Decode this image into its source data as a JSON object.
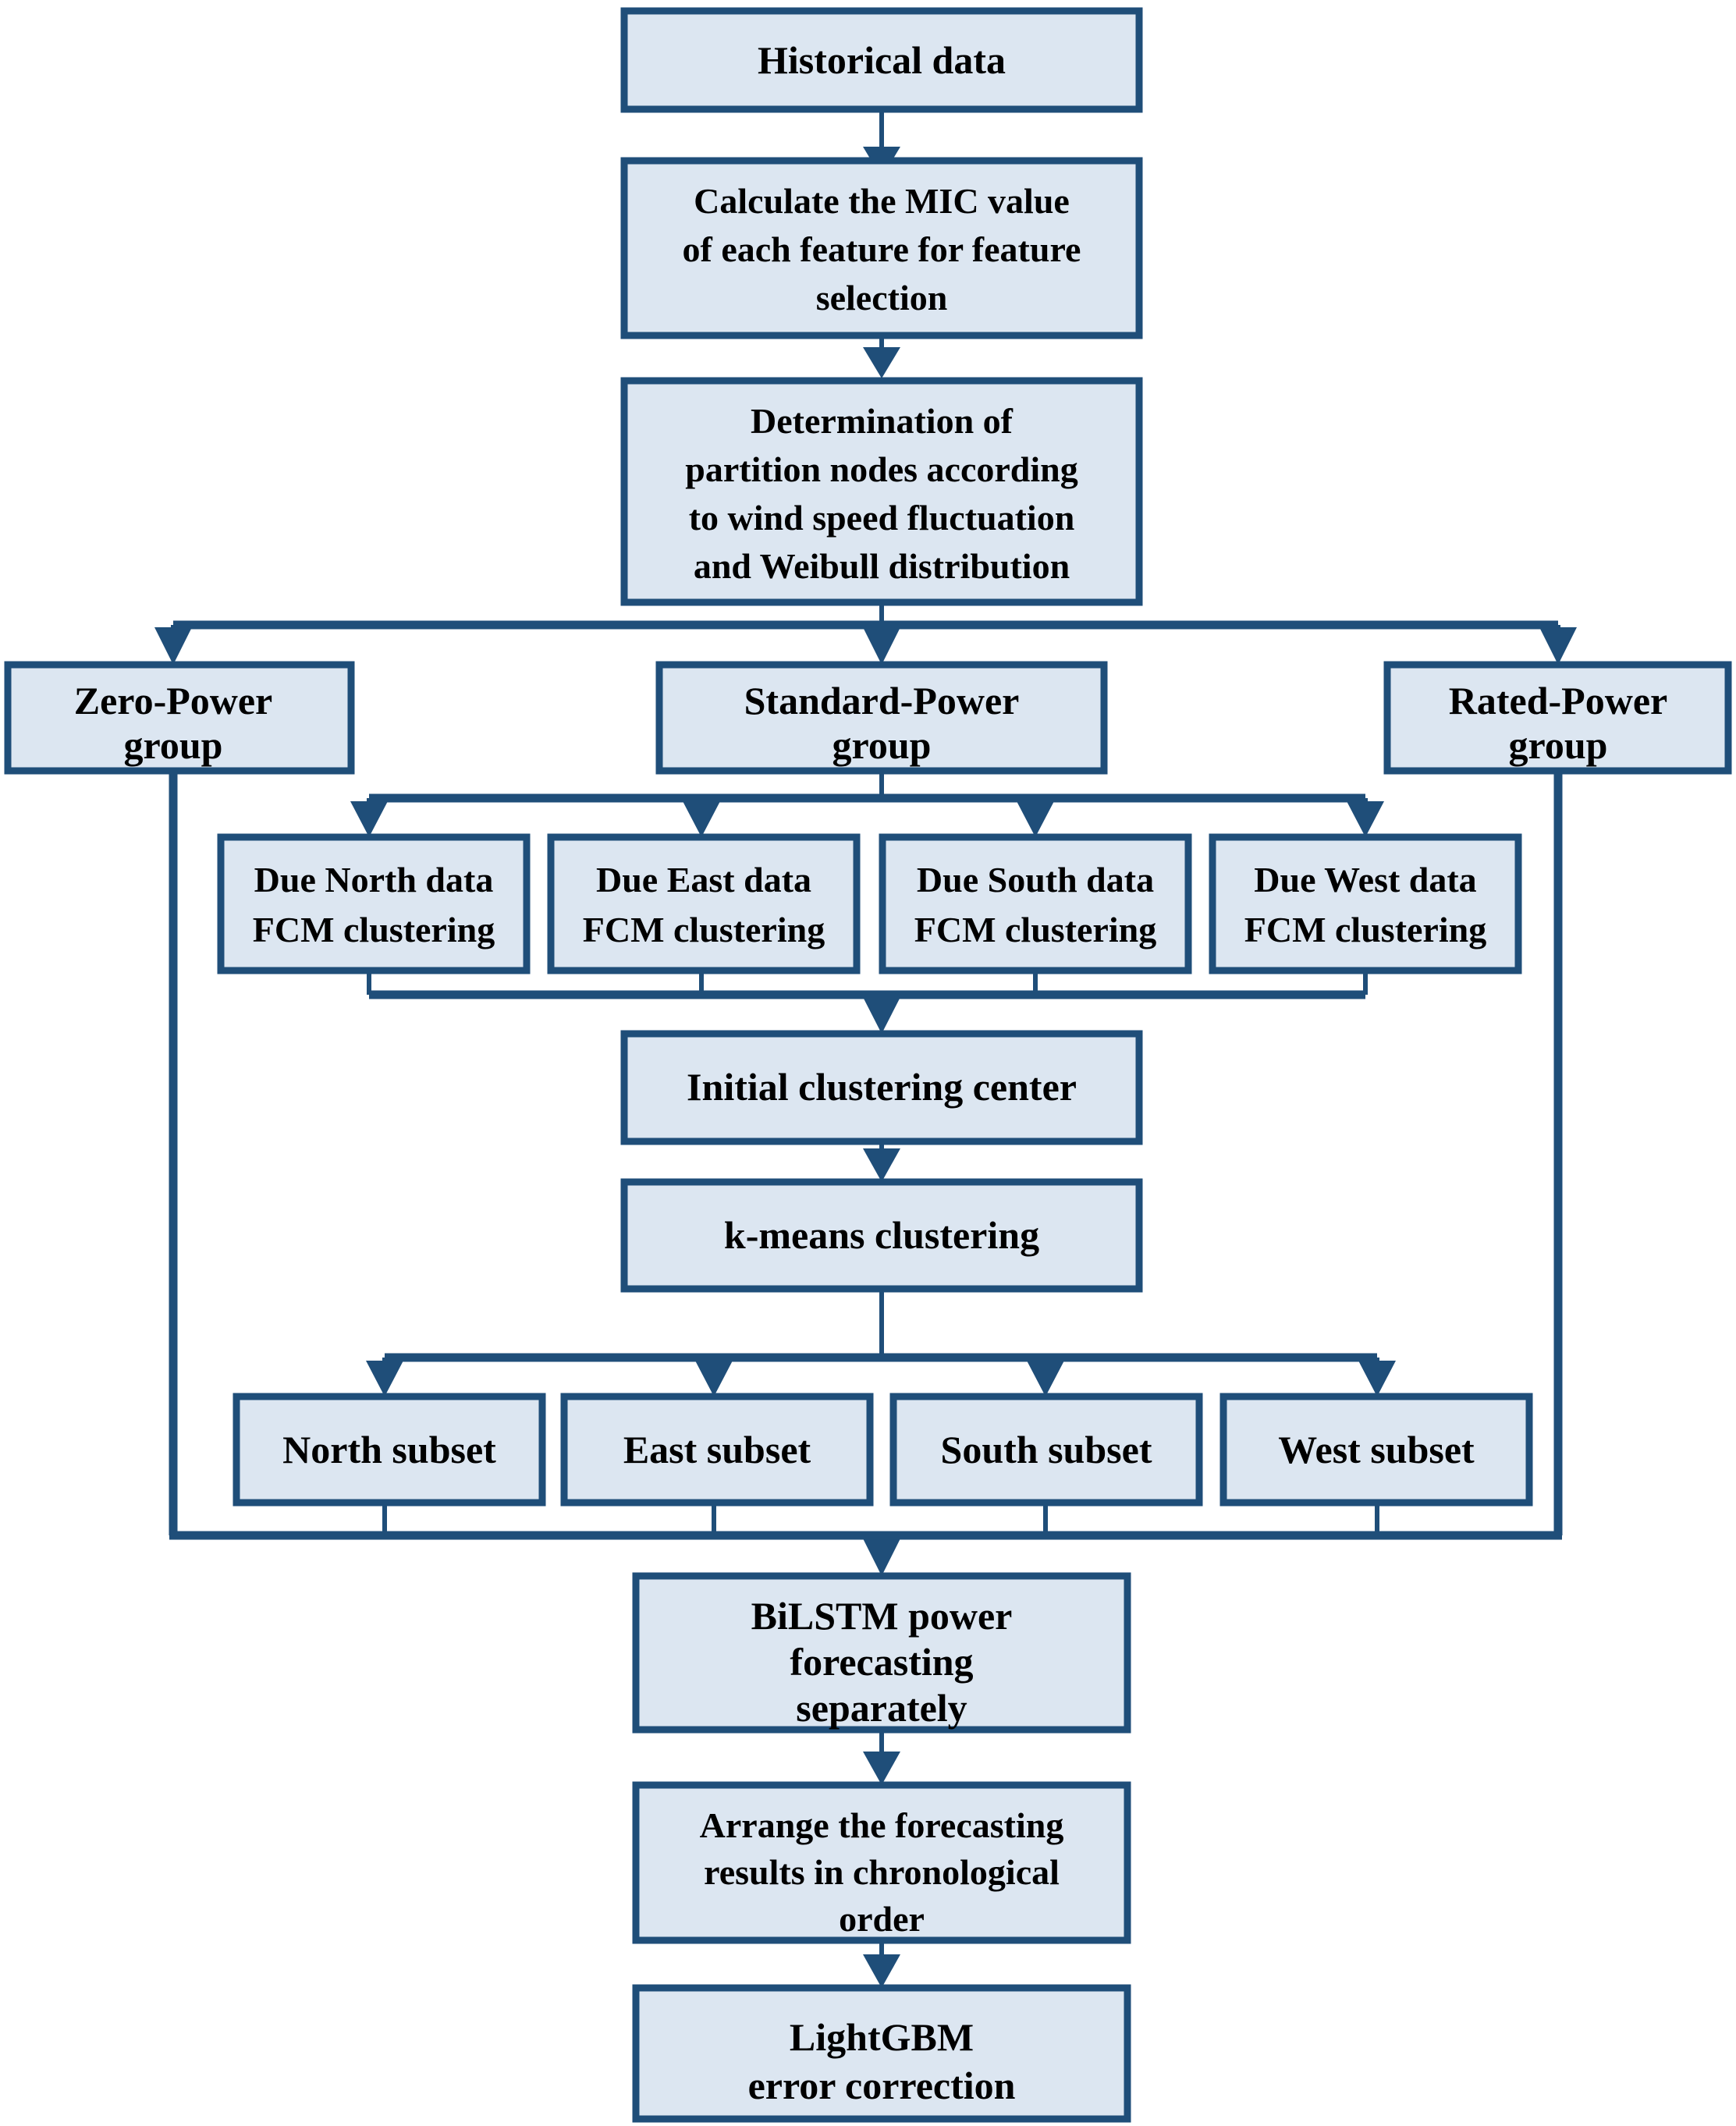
{
  "diagram": {
    "title": "Wind power forecasting flowchart",
    "colors": {
      "box_fill": "#DCE6F1",
      "box_border": "#1F4E79",
      "connector": "#1F4E79",
      "text": "#000000",
      "background": "#FFFFFF"
    },
    "nodes": {
      "historical_data": {
        "lines": [
          "Historical data"
        ]
      },
      "mic_value": {
        "lines": [
          "Calculate the MIC value",
          "of each feature for feature",
          "selection"
        ]
      },
      "partition_nodes": {
        "lines": [
          "Determination of",
          "partition nodes according",
          "to wind speed fluctuation",
          "and Weibull distribution"
        ]
      },
      "zero_power_group": {
        "lines": [
          "Zero-Power",
          "group"
        ]
      },
      "standard_power_group": {
        "lines": [
          "Standard-Power",
          "group"
        ]
      },
      "rated_power_group": {
        "lines": [
          "Rated-Power",
          "group"
        ]
      },
      "fcm_north": {
        "lines": [
          "Due North data",
          "FCM clustering"
        ]
      },
      "fcm_east": {
        "lines": [
          "Due East data",
          "FCM clustering"
        ]
      },
      "fcm_south": {
        "lines": [
          "Due South data",
          "FCM clustering"
        ]
      },
      "fcm_west": {
        "lines": [
          "Due West data",
          "FCM clustering"
        ]
      },
      "initial_clustering_center": {
        "lines": [
          "Initial clustering center"
        ]
      },
      "kmeans_clustering": {
        "lines": [
          "k-means clustering"
        ]
      },
      "subset_north": {
        "lines": [
          "North subset"
        ]
      },
      "subset_east": {
        "lines": [
          "East subset"
        ]
      },
      "subset_south": {
        "lines": [
          "South subset"
        ]
      },
      "subset_west": {
        "lines": [
          "West subset"
        ]
      },
      "bilstm": {
        "lines": [
          "BiLSTM power",
          "forecasting",
          "separately"
        ]
      },
      "arrange_results": {
        "lines": [
          "Arrange the forecasting",
          "results in chronological",
          "order"
        ]
      },
      "lightgbm": {
        "lines": [
          "LightGBM",
          "error correction"
        ]
      }
    },
    "edges": [
      {
        "from": "historical_data",
        "to": "mic_value"
      },
      {
        "from": "mic_value",
        "to": "partition_nodes"
      },
      {
        "from": "partition_nodes",
        "to": "zero_power_group"
      },
      {
        "from": "partition_nodes",
        "to": "standard_power_group"
      },
      {
        "from": "partition_nodes",
        "to": "rated_power_group"
      },
      {
        "from": "standard_power_group",
        "to": "fcm_north"
      },
      {
        "from": "standard_power_group",
        "to": "fcm_east"
      },
      {
        "from": "standard_power_group",
        "to": "fcm_south"
      },
      {
        "from": "standard_power_group",
        "to": "fcm_west"
      },
      {
        "from": "fcm_north",
        "to": "initial_clustering_center"
      },
      {
        "from": "fcm_east",
        "to": "initial_clustering_center"
      },
      {
        "from": "fcm_south",
        "to": "initial_clustering_center"
      },
      {
        "from": "fcm_west",
        "to": "initial_clustering_center"
      },
      {
        "from": "initial_clustering_center",
        "to": "kmeans_clustering"
      },
      {
        "from": "kmeans_clustering",
        "to": "subset_north"
      },
      {
        "from": "kmeans_clustering",
        "to": "subset_east"
      },
      {
        "from": "kmeans_clustering",
        "to": "subset_south"
      },
      {
        "from": "kmeans_clustering",
        "to": "subset_west"
      },
      {
        "from": "subset_north",
        "to": "bilstm"
      },
      {
        "from": "subset_east",
        "to": "bilstm"
      },
      {
        "from": "subset_south",
        "to": "bilstm"
      },
      {
        "from": "subset_west",
        "to": "bilstm"
      },
      {
        "from": "zero_power_group",
        "to": "bilstm"
      },
      {
        "from": "rated_power_group",
        "to": "bilstm"
      },
      {
        "from": "bilstm",
        "to": "arrange_results"
      },
      {
        "from": "arrange_results",
        "to": "lightgbm"
      }
    ]
  }
}
